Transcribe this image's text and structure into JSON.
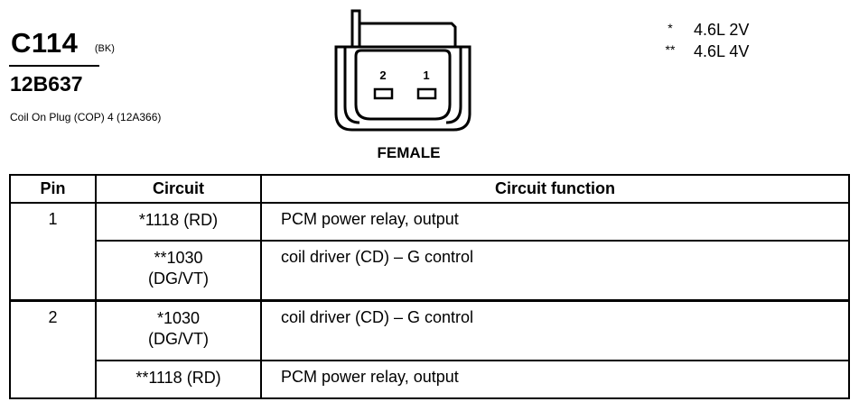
{
  "connector": {
    "name": "C114",
    "color_code": "(BK)",
    "part_number": "12B637",
    "description": "Coil On Plug (COP) 4 (12A366)",
    "view_label": "FEMALE",
    "cavity_labels": [
      "2",
      "1"
    ]
  },
  "legend": [
    {
      "mark": "*",
      "value": "4.6L 2V"
    },
    {
      "mark": "**",
      "value": "4.6L 4V"
    }
  ],
  "table": {
    "headers": {
      "pin": "Pin",
      "circuit": "Circuit",
      "function": "Circuit function"
    },
    "rows": [
      {
        "pin": "1",
        "circuit_line1": "*1118 (RD)",
        "circuit_line2": "",
        "function": "PCM power relay, output"
      },
      {
        "pin": "",
        "circuit_line1": "**1030",
        "circuit_line2": "(DG/VT)",
        "function": "coil driver (CD) – G control"
      },
      {
        "pin": "2",
        "circuit_line1": "*1030",
        "circuit_line2": "(DG/VT)",
        "function": "coil driver (CD) – G control"
      },
      {
        "pin": "",
        "circuit_line1": "**1118 (RD)",
        "circuit_line2": "",
        "function": "PCM power relay, output"
      }
    ]
  }
}
